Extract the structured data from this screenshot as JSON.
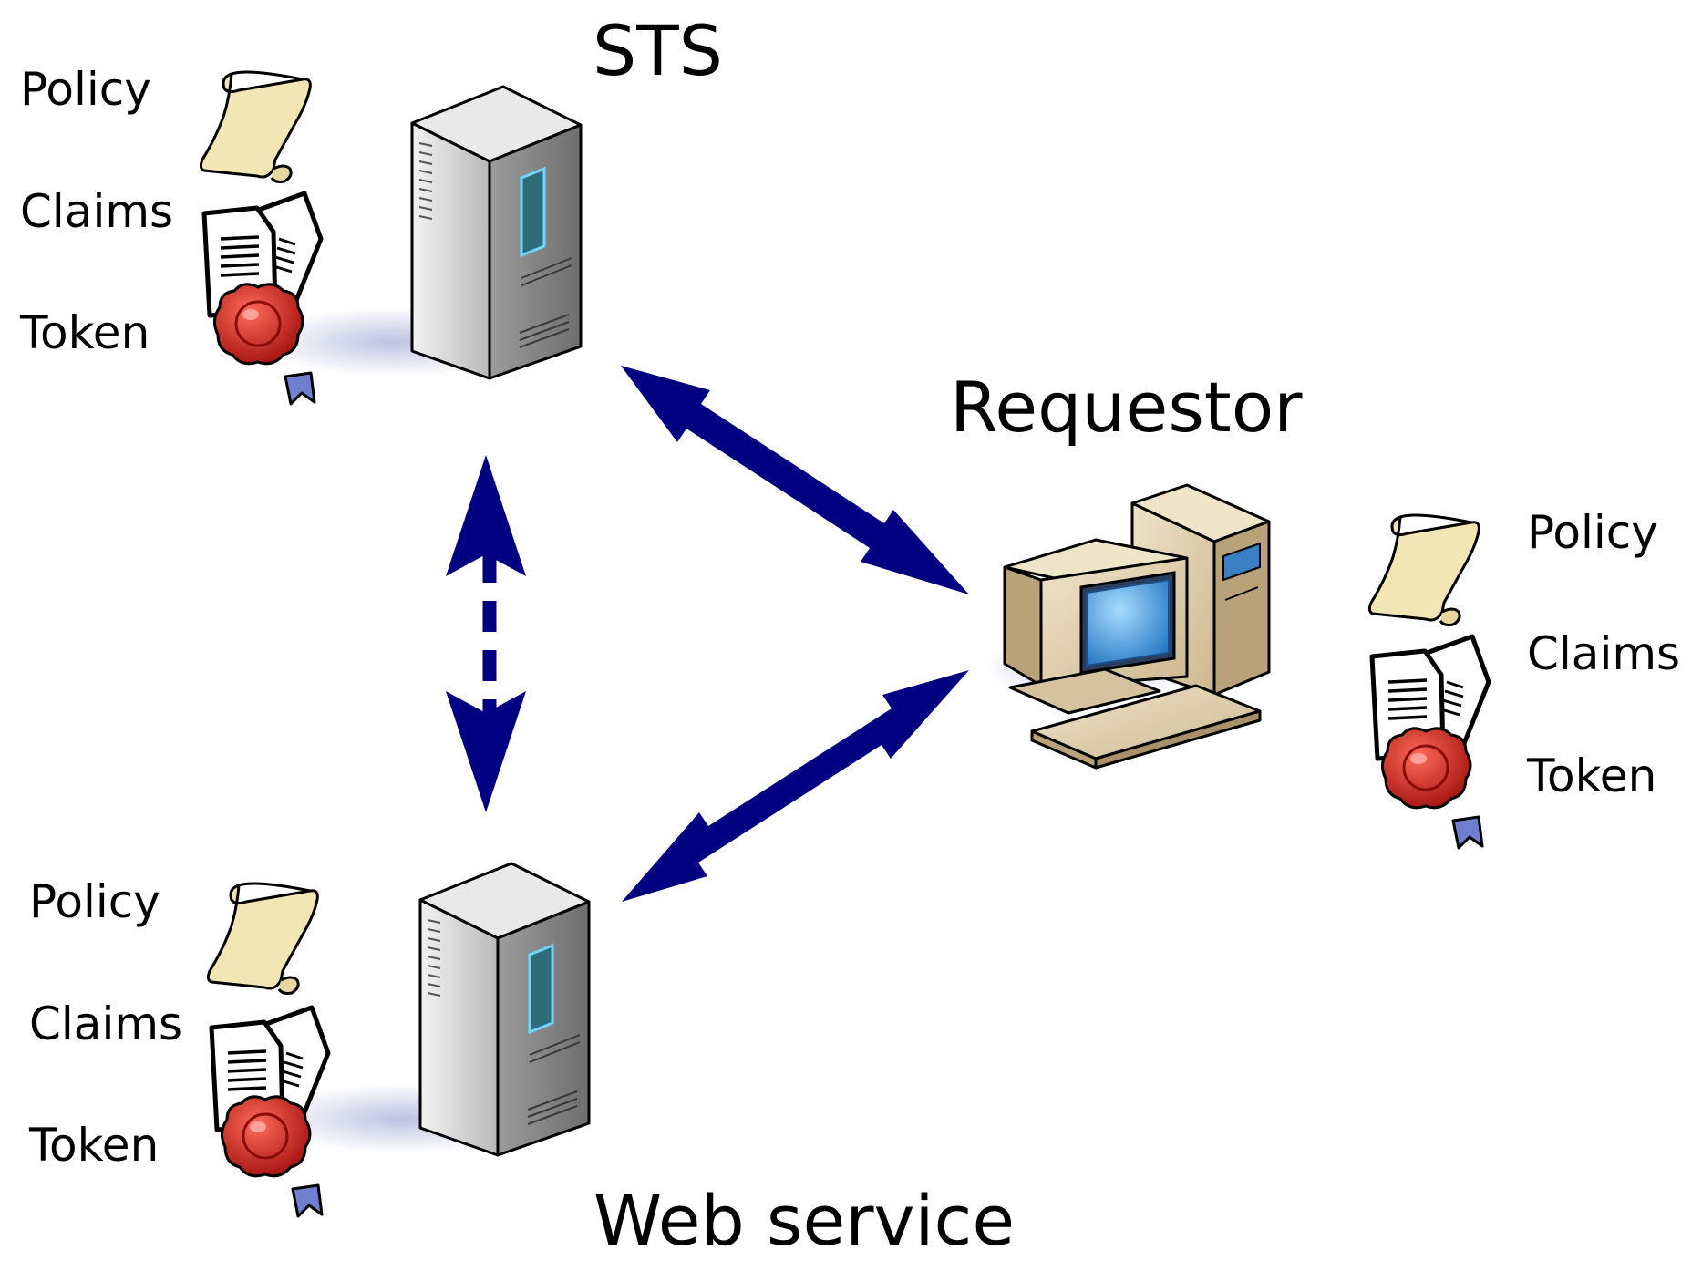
{
  "nodes": {
    "sts": {
      "title": "STS",
      "items": [
        "Policy",
        "Claims",
        "Token"
      ]
    },
    "requestor": {
      "title": "Requestor",
      "items": [
        "Policy",
        "Claims",
        "Token"
      ]
    },
    "web_service": {
      "title": "Web service",
      "items": [
        "Policy",
        "Claims",
        "Token"
      ]
    }
  },
  "colors": {
    "arrow": "#000080",
    "scroll": "#f1e6b4",
    "seal": "#c0201a",
    "ribbon": "#6f7fd0",
    "server": "#b4b4b4",
    "screen": "#2f8fd8",
    "pc_body": "#d9c7a4"
  },
  "icons": [
    "server-icon",
    "computer-icon",
    "scroll-icon",
    "documents-icon",
    "seal-icon"
  ],
  "edges": [
    {
      "from": "sts",
      "to": "requestor",
      "style": "solid",
      "direction": "both"
    },
    {
      "from": "web_service",
      "to": "requestor",
      "style": "solid",
      "direction": "both"
    },
    {
      "from": "sts",
      "to": "web_service",
      "style": "dashed",
      "direction": "both"
    }
  ]
}
